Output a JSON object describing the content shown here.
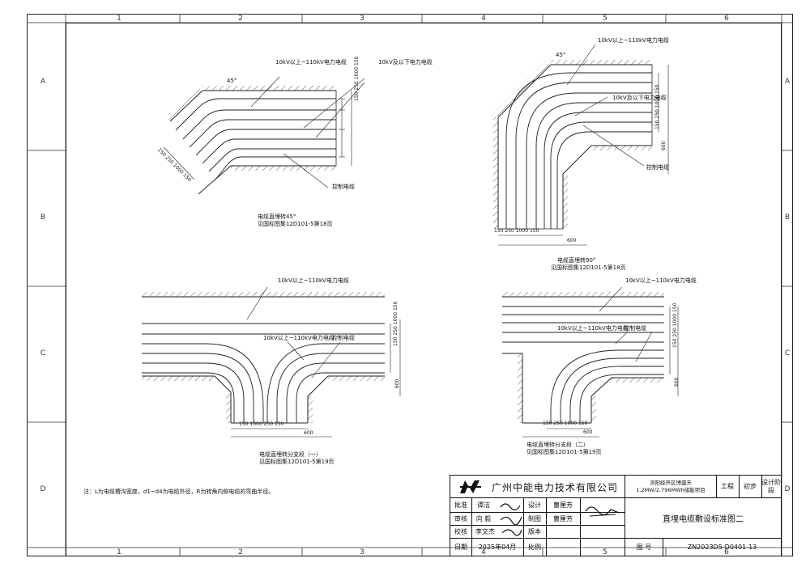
{
  "border": {
    "columns": [
      "1",
      "2",
      "3",
      "4",
      "5",
      "6"
    ],
    "rows": [
      "A",
      "B",
      "C",
      "D"
    ]
  },
  "diagrams": {
    "d45": {
      "label_hv": "10kV以上~110kV电力电缆",
      "label_lv": "10kV及以下电力电缆",
      "label_ctrl": "控制电缆",
      "angle": "45°",
      "dims_right": [
        "150",
        "250",
        "1000",
        "150"
      ],
      "dims_left": [
        "150",
        "250",
        "1000",
        "150"
      ],
      "caption1": "电缆直埋转45°",
      "caption2": "见国标图集12D101-5第18页"
    },
    "d90": {
      "label_hv": "10kV以上~110kV电力电缆",
      "label_lv": "10kV及以下电力电缆",
      "label_ctrl": "控制电缆",
      "angle": "45°",
      "dims_right": [
        "150",
        "250",
        "1000",
        "150"
      ],
      "dim_600_v": "600",
      "dims_bottom": [
        "150",
        "250",
        "1000",
        "150"
      ],
      "dim_600_h": "600",
      "caption1": "电缆直埋转90°",
      "caption2": "见国标图集12D101-5第18页"
    },
    "t1": {
      "label_hv_top": "10kV以上~110kV电力电缆",
      "label_hv_branch": "10kV以上~110kV电力电缆",
      "label_ctrl": "控制电缆",
      "dims_right": [
        "150",
        "250",
        "1000",
        "150"
      ],
      "dim_600_v": "600",
      "dims_bottom": [
        "150",
        "1000",
        "250",
        "150"
      ],
      "dim_600_h": "600",
      "caption1": "电缆直埋转分支段（一）",
      "caption2": "见国标图集12D101-5第19页"
    },
    "t2": {
      "label_hv_top": "10kV以上~110kV电力电缆",
      "label_hv_mid": "10kV以上~110kV电力电缆",
      "label_ctrl": "控制电缆",
      "dims_right": [
        "150",
        "250",
        "1000",
        "150"
      ],
      "dim_600_v": "600",
      "dims_bottom": [
        "150",
        "250",
        "1000",
        "150"
      ],
      "dim_600_h": "600",
      "caption1": "电缆直埋转分支段（二）",
      "caption2": "见国标图集12D101-5第19页"
    }
  },
  "note": "注：L为电缆槽沟宽度，d1~d4为电缆外径，R为转角内侧电缆的弯曲半径。",
  "title_block": {
    "company": "广州中能电力技术有限公司",
    "project_name": "浏阳经开区博盛天1.2MW/2.796MWh储能项目",
    "project_label": "工程",
    "stage_value": "初步",
    "stage_label": "设计阶段",
    "drawing_title": "直埋电缆敷设标准图二",
    "drawing_no_label": "图 号",
    "drawing_no": "ZN2023D5-D0401-13",
    "rows": [
      {
        "role": "批准",
        "name": "谭洁",
        "role2": "设计",
        "name2": "曹厘芳"
      },
      {
        "role": "审核",
        "name": "向 毅",
        "role2": "制图",
        "name2": "曹厘芳"
      },
      {
        "role": "校核",
        "name": "李文杰",
        "role2": "版本",
        "name2": ""
      },
      {
        "role": "日期",
        "name": "2025年04月",
        "role2": "比例",
        "name2": ""
      }
    ]
  }
}
